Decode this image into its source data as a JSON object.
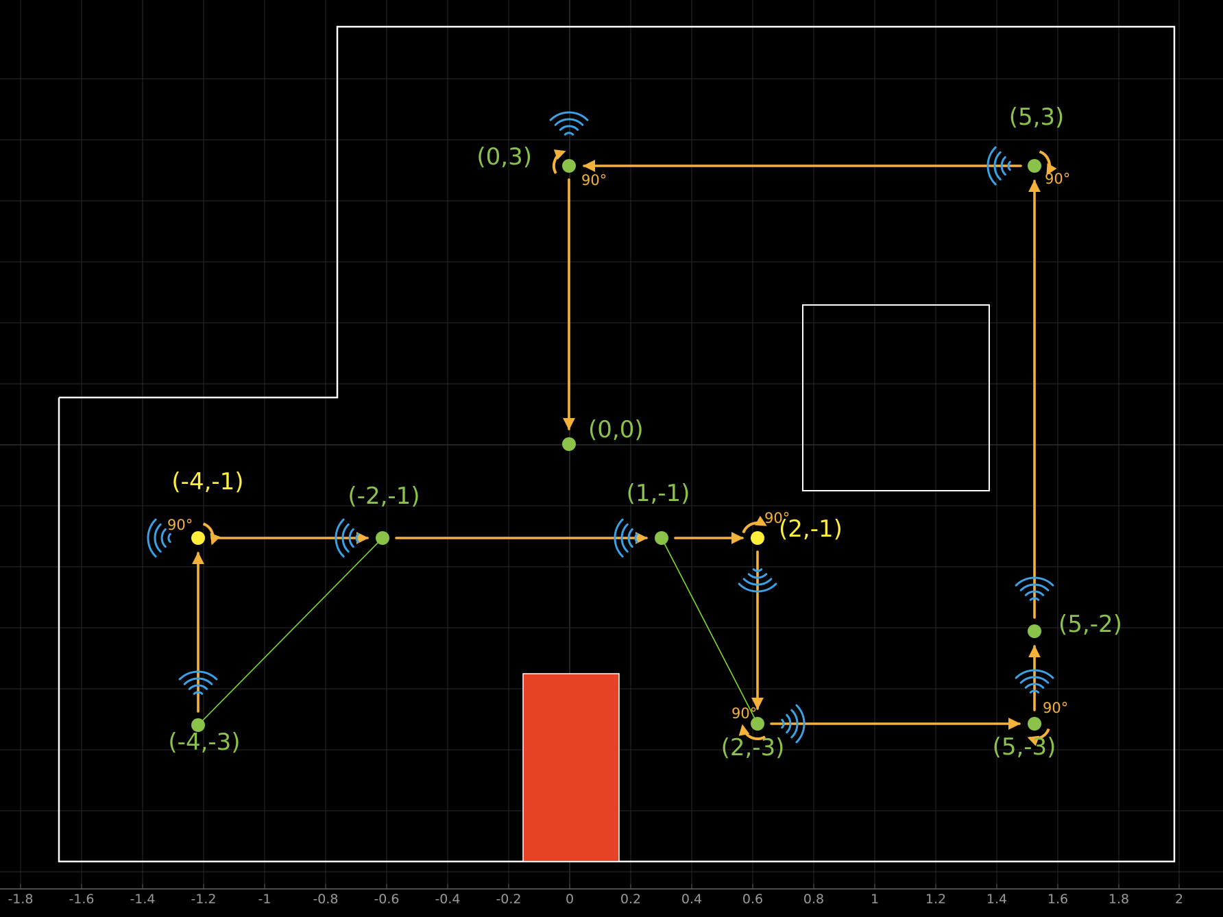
{
  "colors": {
    "background": "#000000",
    "grid": "#2a2a2a",
    "wall": "#ffffff",
    "path": "#f4b23a",
    "waypoint": "#8bc34a",
    "highlight": "#ffef3a",
    "wifi": "#3aa3e8",
    "diagonal": "#7cdc2f",
    "obstacle": "#e64225"
  },
  "axis": {
    "ticks": [
      "-1.8",
      "-1.6",
      "-1.4",
      "-1.2",
      "-1",
      "-0.8",
      "-0.6",
      "-0.4",
      "-0.2",
      "0",
      "0.2",
      "0.4",
      "0.6",
      "0.8",
      "1",
      "1.2",
      "1.4",
      "1.6",
      "1.8",
      "2"
    ]
  },
  "waypoints": [
    {
      "id": "p00",
      "label": "(0,0)",
      "highlight": false
    },
    {
      "id": "p03",
      "label": "(0,3)",
      "highlight": false
    },
    {
      "id": "p53",
      "label": "(5,3)",
      "highlight": false
    },
    {
      "id": "p5m2",
      "label": "(5,-2)",
      "highlight": false
    },
    {
      "id": "p5m3",
      "label": "(5,-3)",
      "highlight": false
    },
    {
      "id": "p2m3",
      "label": "(2,-3)",
      "highlight": false
    },
    {
      "id": "p2m1",
      "label": "(2,-1)",
      "highlight": true
    },
    {
      "id": "p1m1",
      "label": "(1,-1)",
      "highlight": false
    },
    {
      "id": "pm2m1",
      "label": "(-2,-1)",
      "highlight": false
    },
    {
      "id": "pm4m1",
      "label": "(-4,-1)",
      "highlight": true
    },
    {
      "id": "pm4m3",
      "label": "(-4,-3)",
      "highlight": false
    }
  ],
  "turn_label": "90°",
  "turns": [
    "p03",
    "p53",
    "p5m3",
    "p2m3",
    "p2m1",
    "pm4m1"
  ],
  "wifi_markers": [
    "p03",
    "p53",
    "p5m2",
    "p5m3",
    "p2m3",
    "p2m1",
    "p1m1",
    "pm2m1",
    "pm4m1",
    "pm4m3"
  ],
  "path_segments": [
    [
      "p53",
      "p03"
    ],
    [
      "p03",
      "p00"
    ],
    [
      "pm4m3",
      "pm4m1"
    ],
    [
      "pm4m1",
      "pm2m1"
    ],
    [
      "pm2m1",
      "p1m1"
    ],
    [
      "p1m1",
      "p2m1"
    ],
    [
      "p2m1",
      "p2m3"
    ],
    [
      "p2m3",
      "p5m3"
    ],
    [
      "p5m3",
      "p5m2"
    ],
    [
      "p5m2",
      "p53"
    ]
  ],
  "diagonal_links": [
    [
      "pm4m3",
      "pm2m1"
    ],
    [
      "p1m1",
      "p2m3"
    ]
  ]
}
